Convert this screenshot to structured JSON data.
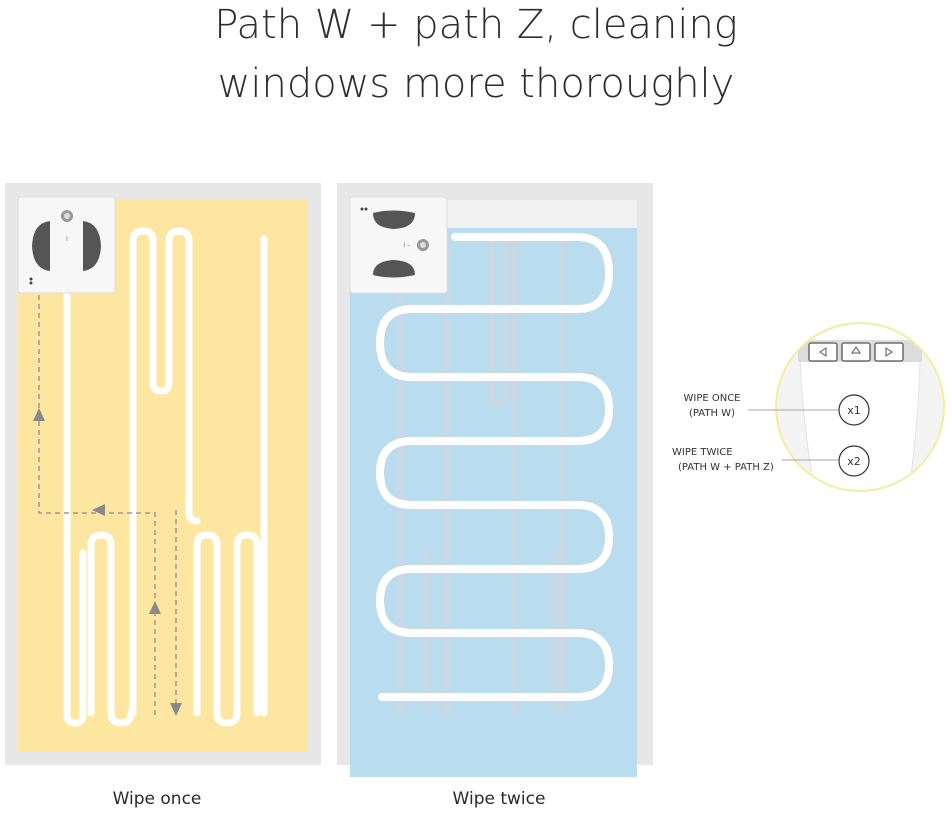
{
  "headline": {
    "line1": "Path W + path Z, cleaning",
    "line2": "windows more thoroughly"
  },
  "panels": {
    "once": {
      "caption": "Wipe once",
      "fill_color": "#fde6a0"
    },
    "twice": {
      "caption": "Wipe twice",
      "fill_color": "#b9dcef"
    }
  },
  "remote": {
    "option_once": {
      "title": "WIPE ONCE",
      "subtitle": "(PATH W)",
      "button": "x1"
    },
    "option_twice": {
      "title": "WIPE TWICE",
      "subtitle": "(PATH W + PATH Z)",
      "button": "x2"
    },
    "ring_color": "#f3ee9c"
  }
}
